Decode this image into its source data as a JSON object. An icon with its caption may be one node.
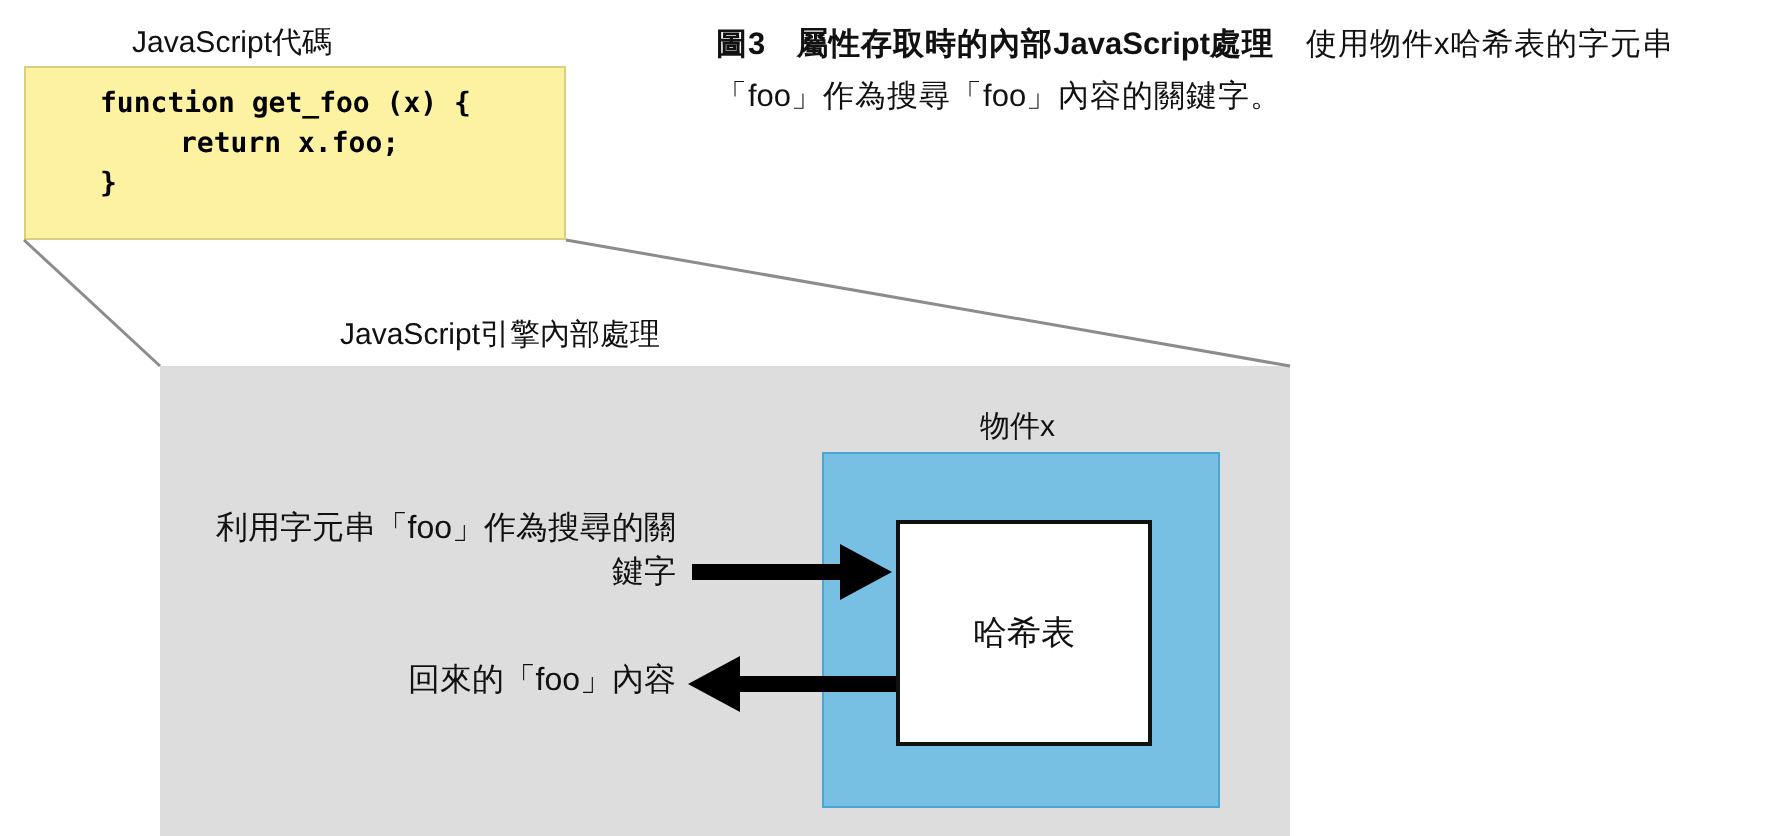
{
  "diagram": {
    "title": "圖3　屬性存取時的內部JavaScript處理",
    "caption": "使用物件x哈希表的字元串「foo」作為搜尋「foo」內容的關鍵字。",
    "nodes": [
      {
        "text": [
          "JavaScript代碼",
          "function get_foo (x) {",
          "return x.foo;",
          "}"
        ]
      },
      {
        "text": [
          "JavaScript引擎內部處理"
        ]
      },
      {
        "text": [
          "物件x"
        ],
        "in": 1
      },
      {
        "text": [
          "哈希表"
        ],
        "in": 2
      },
      {
        "text": [
          "利用字元串「foo」作為搜尋的關鍵字"
        ],
        "in": 1
      },
      {
        "text": [
          "回來的「foo」內容"
        ],
        "in": 1
      }
    ],
    "edges": [
      {
        "from": 0,
        "to": 1,
        "arrow": "none",
        "color": "#8c8c8c"
      },
      {
        "from": 0,
        "to": 1,
        "arrow": "none",
        "color": "#8c8c8c"
      },
      {
        "from": 4,
        "to": 3,
        "arrow": "to",
        "style": "thick",
        "color": "#000000"
      },
      {
        "from": 3,
        "to": 5,
        "arrow": "to",
        "style": "thick",
        "color": "#000000"
      }
    ]
  }
}
